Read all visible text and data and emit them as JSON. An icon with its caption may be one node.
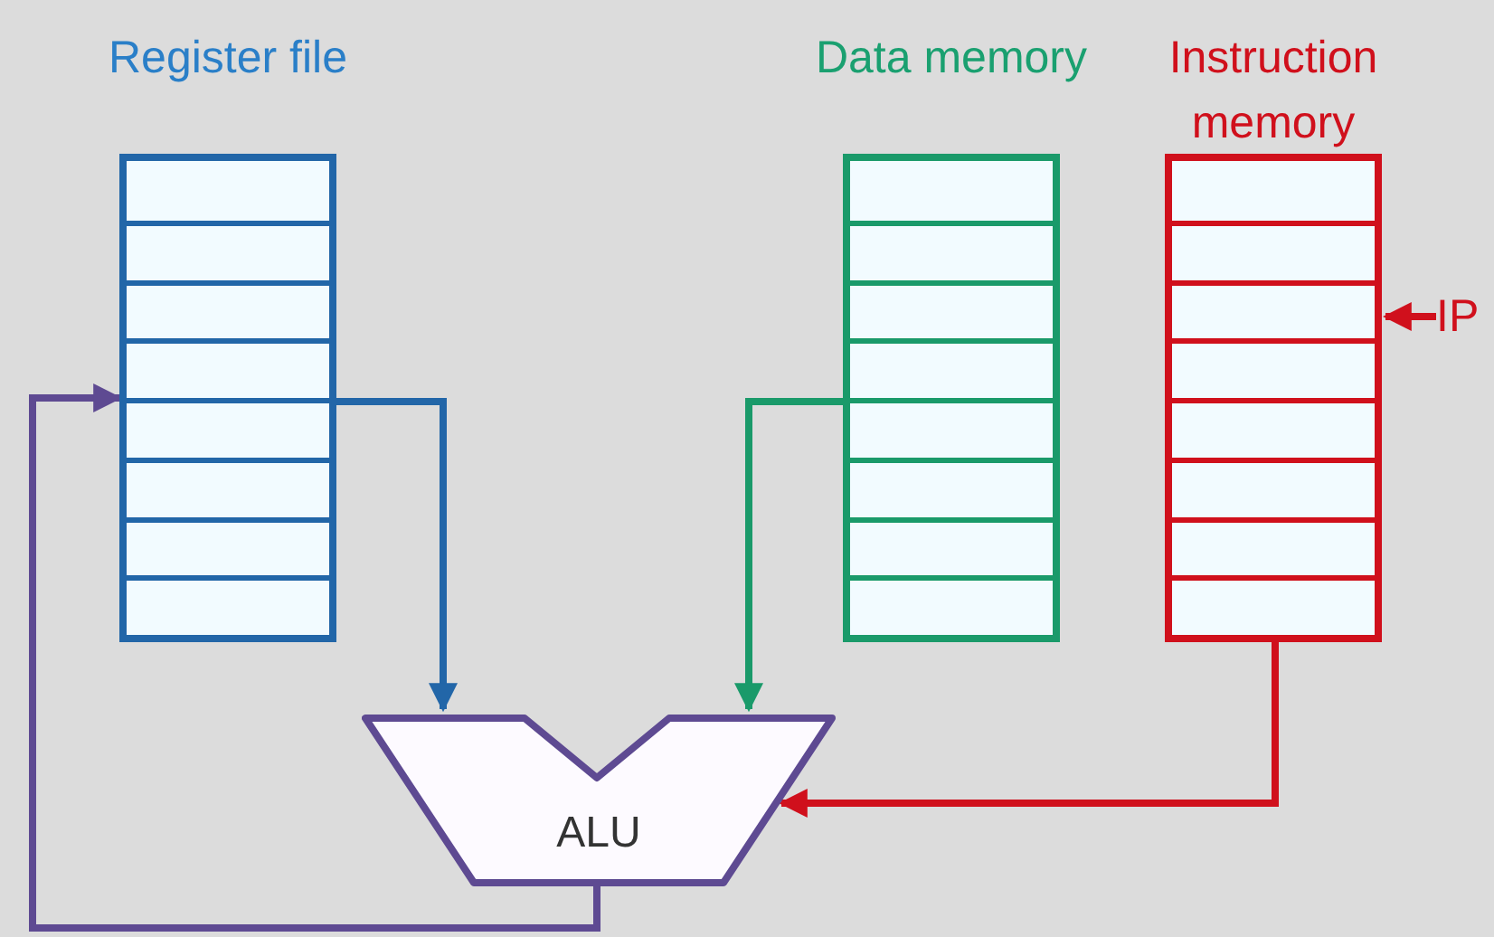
{
  "diagram": {
    "nodes": [
      {
        "text": [
          "Register file"
        ]
      },
      {
        "text": [
          "Data memory"
        ]
      },
      {
        "text": [
          "Instruction memory"
        ]
      },
      {
        "text": [
          "ALU"
        ]
      },
      {
        "text": [
          "IP"
        ]
      }
    ],
    "edges": [
      {
        "from": 0,
        "to": 3,
        "arrow": "to",
        "color": "#2266a8"
      },
      {
        "from": 1,
        "to": 3,
        "arrow": "to",
        "color": "#1a9a6a"
      },
      {
        "from": 2,
        "to": 3,
        "arrow": "to",
        "color": "#d0101c"
      },
      {
        "from": 3,
        "to": 0,
        "arrow": "to",
        "color": "#5e4a92"
      },
      {
        "from": 4,
        "to": 2,
        "arrow": "to",
        "color": "#d0101c"
      }
    ]
  }
}
